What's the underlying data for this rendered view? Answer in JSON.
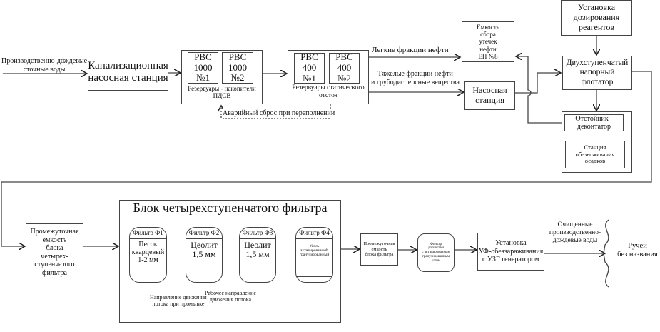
{
  "input_label": "Производственно-дождевые\nсточные воды",
  "kns": "Канализационная\nнасосная станция",
  "reservoirs1": {
    "tanks": [
      "РВС\n1000\n№1",
      "РВС\n1000\n№2"
    ],
    "caption": "Резервуары - накопители\nПДСВ"
  },
  "reservoirs2": {
    "tanks": [
      "РВС\n400\n№1",
      "РВС\n400\n№2"
    ],
    "caption": "Резервуары статического\nотстоя"
  },
  "emergency": "Аварийный сброс при переполнении",
  "light_fraction": "Легкие  фракции нефти",
  "heavy_fraction": "Тяжелые фракции нефти\nи грубодисперсные вещества",
  "oil_tank": "Емкость\nсбора\nутечек\nнефти\nЕП №8",
  "pump_station": "Насосная\nстанция",
  "reagent_dosing": "Установка\nдозирования\nреагентов",
  "flotator": "Двухступенчатый\nнапорный\nфлотатор",
  "settler": "Отстойник -\nдеконтатор",
  "dewatering": "Станция\nобезвоживания\nосадков",
  "intermediate_tank": "Промежуточная\nемкость\nблока\nчетырех-\nступенчатого\nфильтра",
  "filter_block": {
    "title": "Блок четырехступенчатого фильтра",
    "filters": [
      {
        "name": "Фильтр Ф1",
        "media": "Песок\nкварцевый\n1-2 мм"
      },
      {
        "name": "Фильтр Ф2",
        "media": "Цеолит\n1,5 мм"
      },
      {
        "name": "Фильтр Ф3",
        "media": "Цеолит\n1,5 мм"
      },
      {
        "name": "Фильтр Ф4",
        "media": "Уголь\nактивированный\nгранулированный"
      }
    ],
    "flush_direction": "Направление движения\nпотока при промывке",
    "work_direction": "Рабочее направление\nдвижения потока"
  },
  "filter_tank": "Промежуточная\nемкость\nблока фильтра",
  "post_filter": "Фильтр\nдоочистки\nс активированным\nгранулированным\nуглем",
  "uv": "Установка\nУФ-обеззараживания\nс УЗГ генератором",
  "treated_water": "Очищенные\nпроизводственно-\nдождевые воды",
  "stream": "Ручей\nбез названия"
}
